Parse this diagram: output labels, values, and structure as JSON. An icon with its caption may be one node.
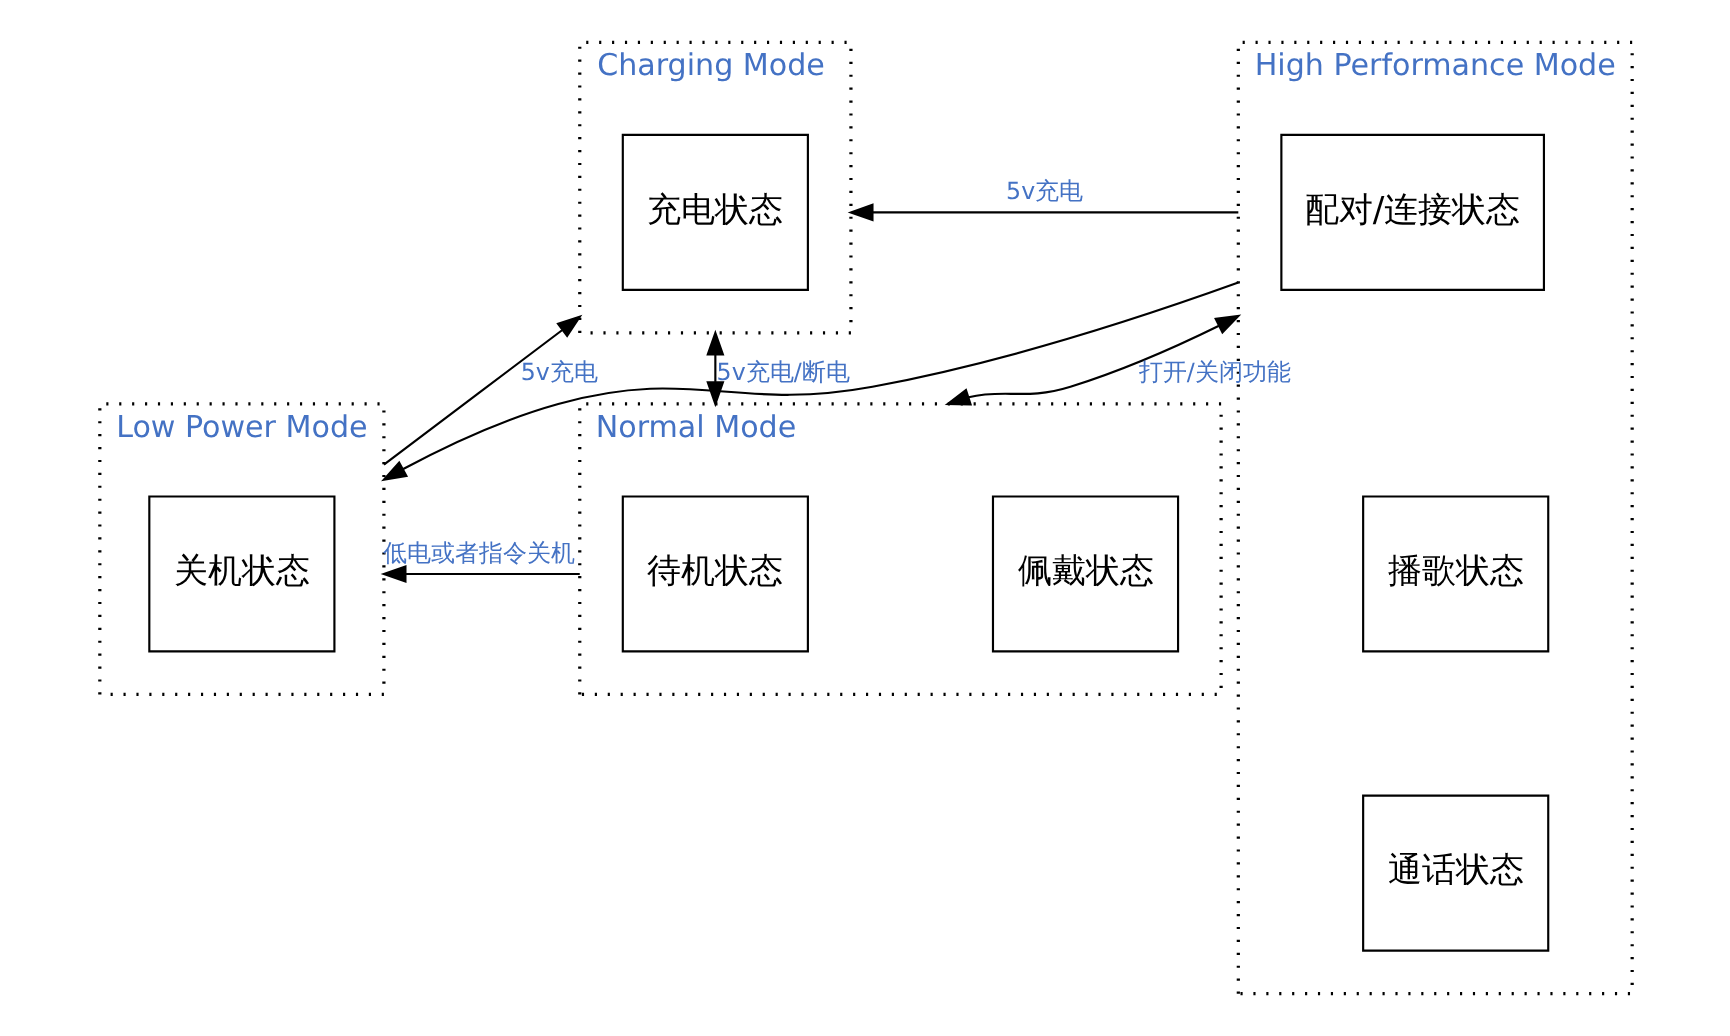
{
  "diagram": {
    "nodes": [
      {
        "text": [
          "Charging Mode"
        ]
      },
      {
        "text": [
          "充电状态"
        ],
        "in": 0
      },
      {
        "text": [
          "High Performance Mode"
        ]
      },
      {
        "text": [
          "配对/连接状态"
        ],
        "in": 2
      },
      {
        "text": [
          "播歌状态"
        ],
        "in": 2
      },
      {
        "text": [
          "通话状态"
        ],
        "in": 2
      },
      {
        "text": [
          "Low Power Mode"
        ]
      },
      {
        "text": [
          "关机状态"
        ],
        "in": 6
      },
      {
        "text": [
          "Normal Mode"
        ]
      },
      {
        "text": [
          "待机状态"
        ],
        "in": 8
      },
      {
        "text": [
          "佩戴状态"
        ],
        "in": 8
      }
    ],
    "edges": [
      {
        "from": 6,
        "to": 0,
        "arrow": "to",
        "label": "5v充电"
      },
      {
        "from": 2,
        "to": 0,
        "arrow": "to",
        "label": "5v充电"
      },
      {
        "from": 0,
        "to": 8,
        "arrow": "both",
        "label": "5v充电/断电"
      },
      {
        "from": 8,
        "to": 2,
        "arrow": "both",
        "label": "打开/关闭功能"
      },
      {
        "from": 8,
        "to": 6,
        "arrow": "to",
        "label": "低电或者指令关机"
      },
      {
        "from": 2,
        "to": 6,
        "arrow": "to"
      }
    ]
  }
}
